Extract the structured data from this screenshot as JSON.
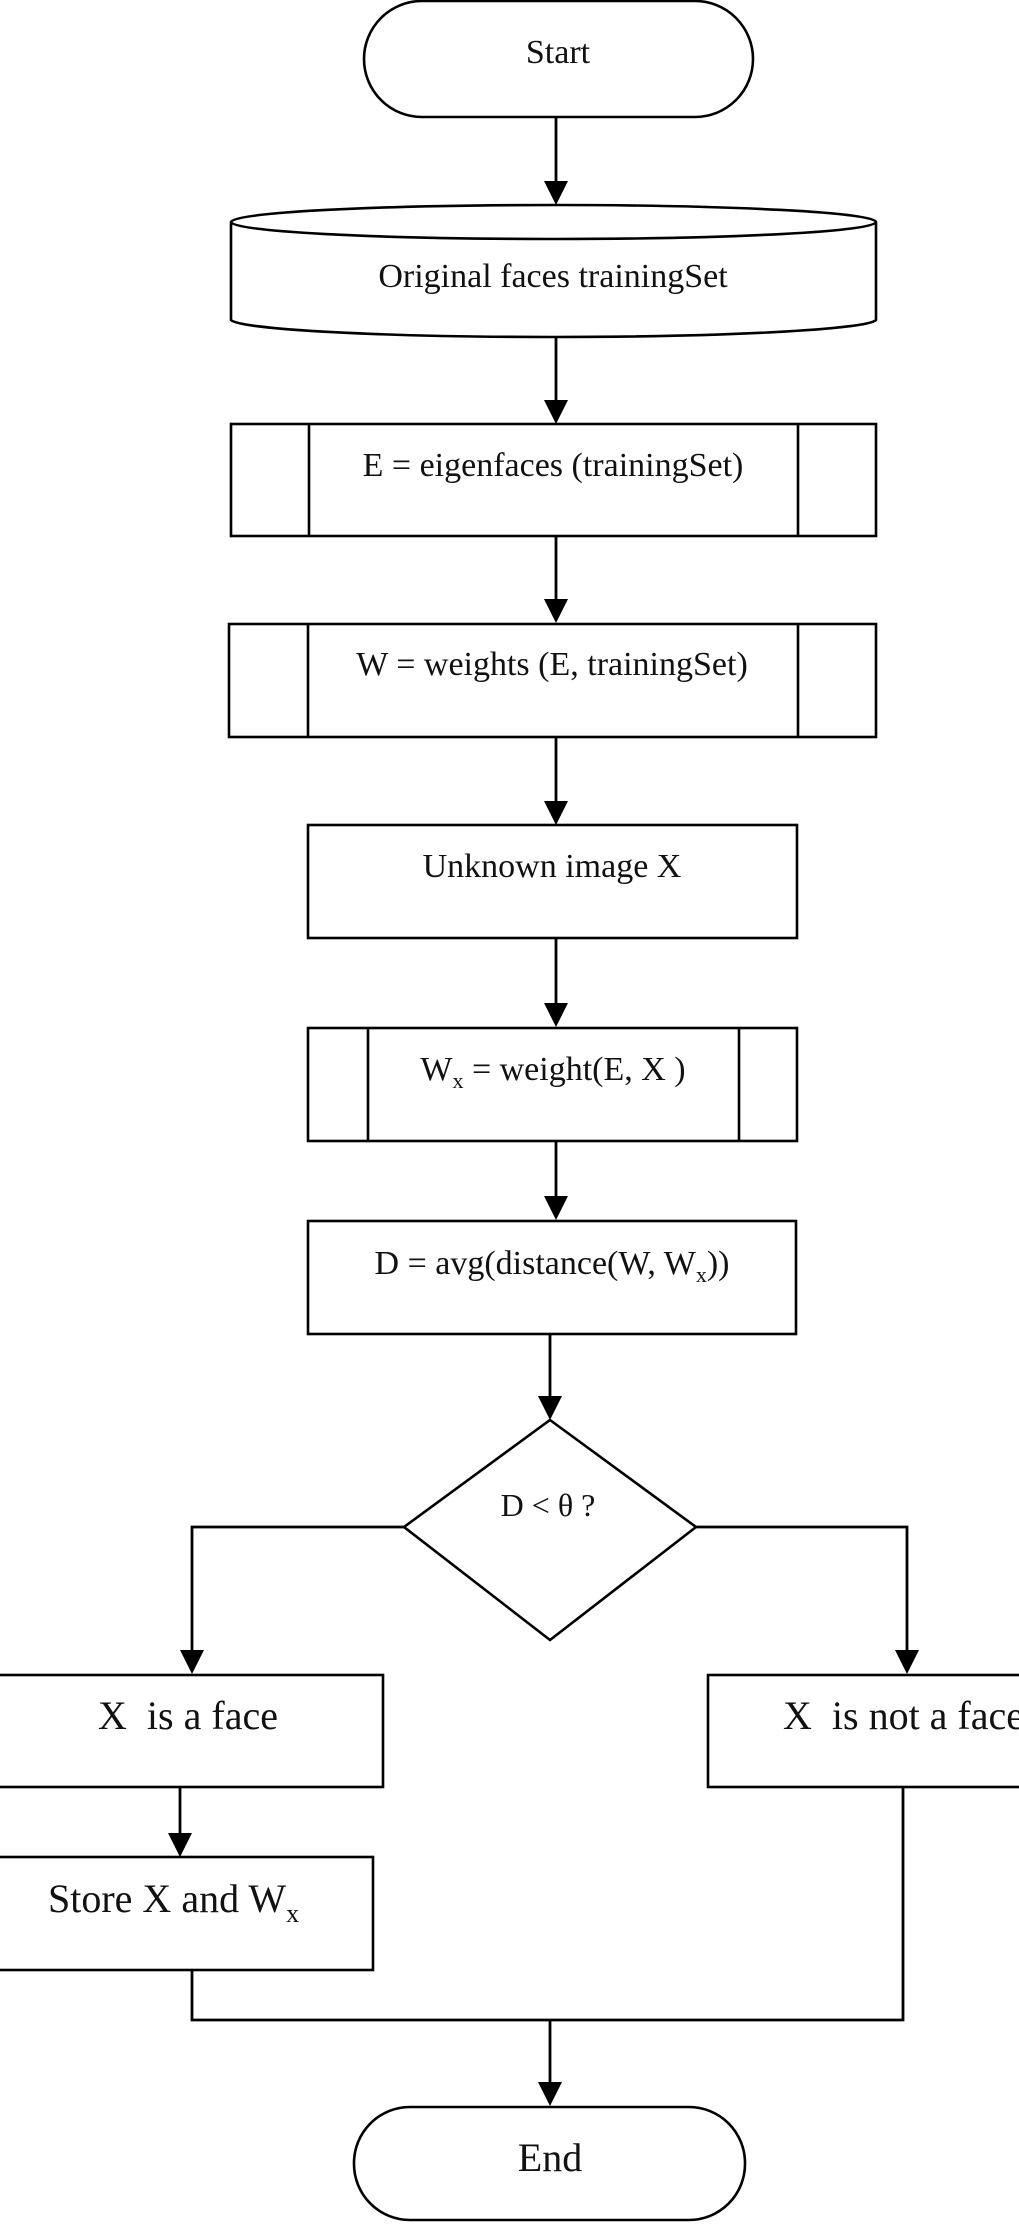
{
  "diagram": {
    "nodes": {
      "start": {
        "label": "Start"
      },
      "training_set": {
        "label": "Original faces trainingSet"
      },
      "eigenfaces": {
        "label": "E = eigenfaces (trainingSet)"
      },
      "weights": {
        "label": "W = weights (E, trainingSet)"
      },
      "unknown_image": {
        "label": "Unknown image X"
      },
      "weight_x": {
        "label_main": "W",
        "label_sub": "x",
        "label_rest": " = weight(E, X )"
      },
      "distance": {
        "label_main": "D = avg(distance(W, W",
        "label_sub": "x",
        "label_rest": "))"
      },
      "decision": {
        "label": "D < θ ?"
      },
      "is_face": {
        "label": "X  is a face"
      },
      "not_face": {
        "label": "X  is not a face"
      },
      "store": {
        "label_main": "Store X and W",
        "label_sub": "x"
      },
      "end": {
        "label": "End"
      }
    },
    "edges": [
      [
        "start",
        "training_set"
      ],
      [
        "training_set",
        "eigenfaces"
      ],
      [
        "eigenfaces",
        "weights"
      ],
      [
        "weights",
        "unknown_image"
      ],
      [
        "unknown_image",
        "weight_x"
      ],
      [
        "weight_x",
        "distance"
      ],
      [
        "distance",
        "decision"
      ],
      [
        "decision",
        "is_face"
      ],
      [
        "decision",
        "not_face"
      ],
      [
        "is_face",
        "store"
      ],
      [
        "store",
        "end"
      ],
      [
        "not_face",
        "end"
      ]
    ]
  }
}
